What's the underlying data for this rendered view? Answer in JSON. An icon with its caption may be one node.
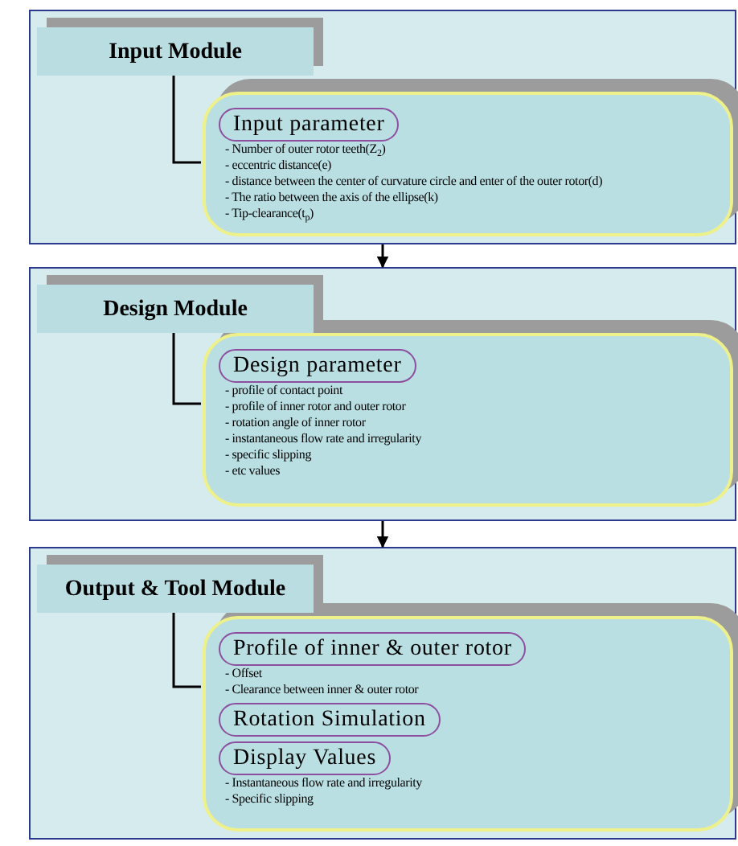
{
  "diagram": {
    "nodes": [
      {
        "text": [],
        "shape": "box"
      },
      {
        "text": [
          "Input Module"
        ],
        "in": 0
      },
      {
        "text": [],
        "shape": "box",
        "in": 0
      },
      {
        "text": [
          "Input parameter"
        ],
        "in": 2,
        "beside": [
          "- Number of outer rotor teeth(Z$_{2}$)",
          "- eccentric distance(e)",
          "- distance between the center of curvature circle and enter of the outer rotor(d)",
          "- The ratio between the axis of the ellipse(k)",
          "- Tip-clearance(t$_{p}$)"
        ]
      },
      {
        "text": [],
        "shape": "box"
      },
      {
        "text": [
          "Design Module"
        ],
        "in": 4
      },
      {
        "text": [],
        "shape": "box",
        "in": 4
      },
      {
        "text": [
          "Design parameter"
        ],
        "in": 6,
        "beside": [
          "- profile of contact point",
          "- profile of inner rotor and outer rotor",
          "- rotation angle of inner rotor",
          "- instantaneous flow rate and irregularity",
          "- specific slipping",
          "- etc values"
        ]
      },
      {
        "text": [],
        "shape": "box"
      },
      {
        "text": [
          "Output & Tool Module"
        ],
        "in": 8
      },
      {
        "text": [],
        "shape": "box",
        "in": 8
      },
      {
        "text": [
          "Profile of inner & outer rotor"
        ],
        "in": 10,
        "beside": [
          "- Offset",
          "- Clearance between inner & outer rotor"
        ]
      },
      {
        "text": [
          "Rotation Simulation"
        ],
        "in": 10
      },
      {
        "text": [
          "Display Values"
        ],
        "in": 10,
        "beside": [
          "- Instantaneous flow rate and irregularity",
          "- Specific slipping"
        ]
      }
    ],
    "edges": [
      {
        "from": 1,
        "to": 2,
        "arrow": "none"
      },
      {
        "from": 0,
        "to": 4,
        "arrow": "to"
      },
      {
        "from": 5,
        "to": 6,
        "arrow": "none"
      },
      {
        "from": 4,
        "to": 8,
        "arrow": "to"
      },
      {
        "from": 9,
        "to": 10,
        "arrow": "none"
      }
    ]
  }
}
